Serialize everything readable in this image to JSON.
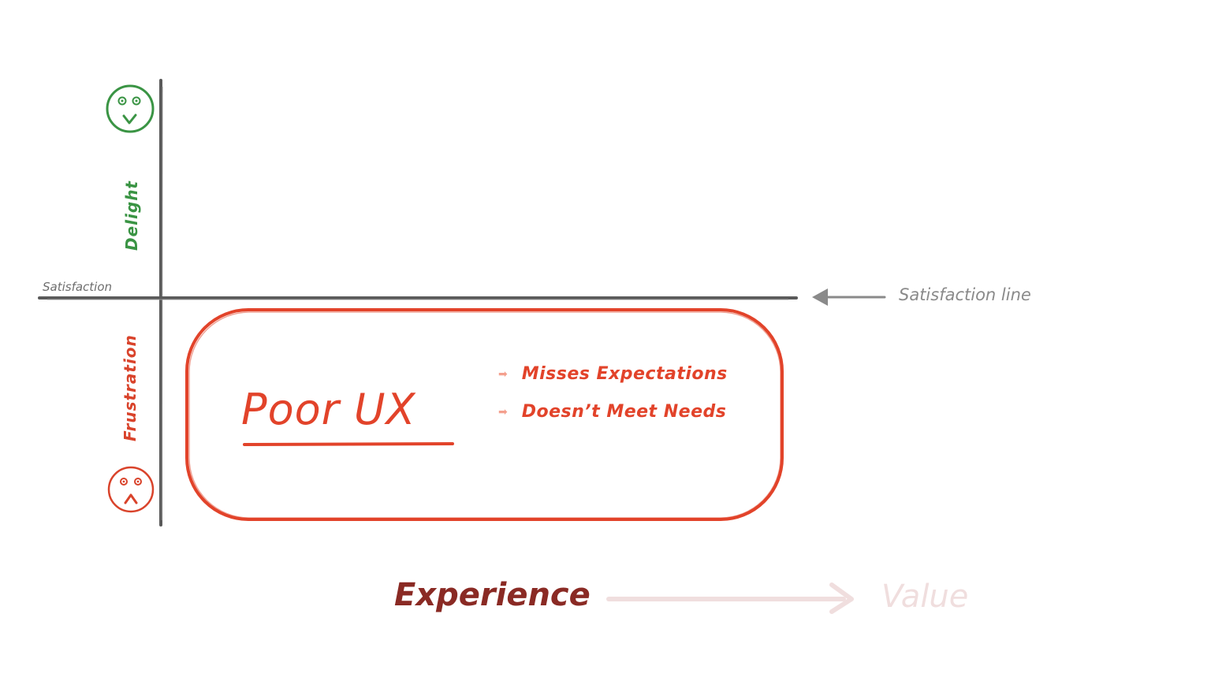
{
  "diagram": {
    "title": "Poor UX",
    "y_axis": {
      "top_label": "Delight",
      "bottom_label": "Frustration",
      "top_icon": "smiley-face-icon",
      "bottom_icon": "sad-face-icon"
    },
    "satisfaction_axis": {
      "label": "Satisfaction",
      "callout": "Satisfaction line"
    },
    "box": {
      "heading": "Poor UX",
      "bullets": [
        "Misses Expectations",
        "Doesn’t Meet Needs"
      ]
    },
    "x_axis": {
      "start_label": "Experience",
      "end_label": "Value"
    },
    "colors": {
      "delight_green": "#3a9444",
      "frustration_red": "#d9432b",
      "poor_ux_red": "#e2432a",
      "axis_gray": "#5a5a5a",
      "callout_gray": "#8a8a8a",
      "experience_maroon": "#8a2a24",
      "value_faded": "#f0dede"
    }
  }
}
